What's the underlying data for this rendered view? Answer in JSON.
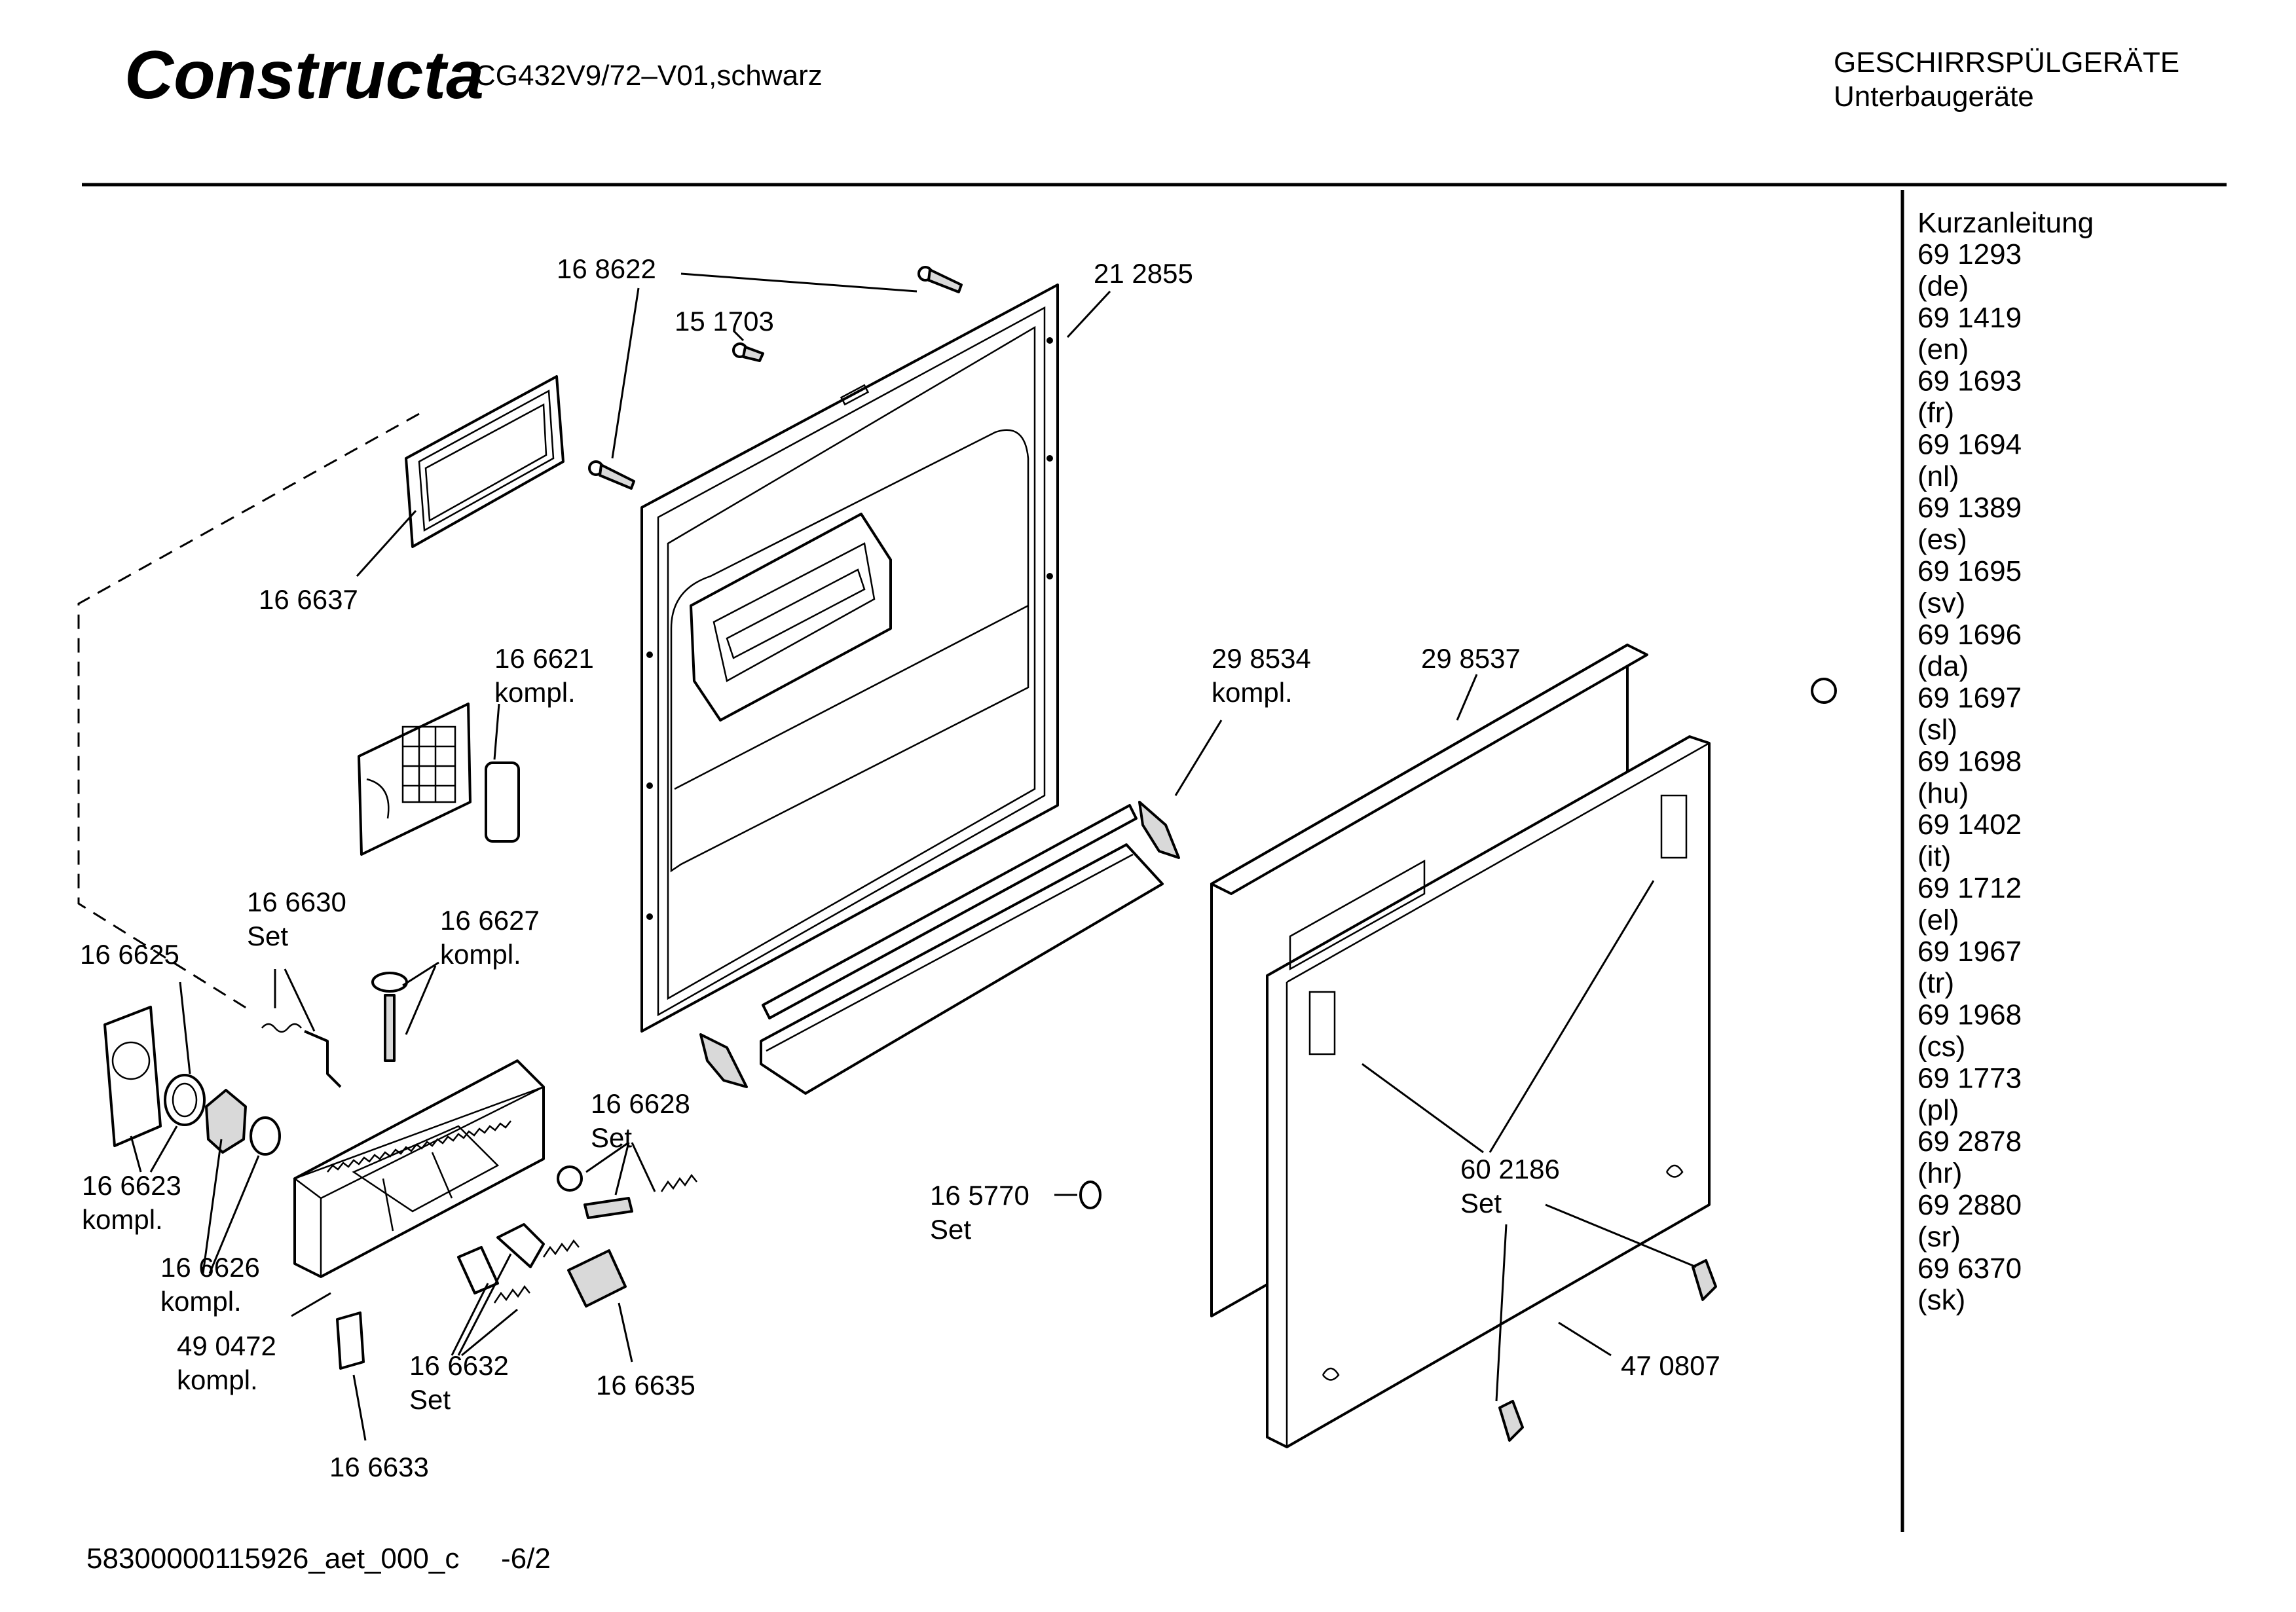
{
  "header": {
    "brand": "Constructa",
    "model": "CG432V9/72–V01,schwarz",
    "category": "GESCHIRRSPÜLGERÄTE",
    "subcategory": "Unterbaugeräte"
  },
  "parts": {
    "p168622": "16 8622",
    "p212855": "21 2855",
    "p151703": "15 1703",
    "p166637": "16 6637",
    "p166621": "16 6621",
    "p166621_sub": "kompl.",
    "p298534": "29 8534",
    "p298534_sub": "kompl.",
    "p298537": "29 8537",
    "p166630": "16 6630",
    "p166630_sub": "Set",
    "p166627": "16 6627",
    "p166627_sub": "kompl.",
    "p166625": "16 6625",
    "p166628": "16 6628",
    "p166628_sub": "Set",
    "p166623": "16 6623",
    "p166623_sub": "kompl.",
    "p165770": "16 5770",
    "p165770_sub": "Set",
    "p602186": "60 2186",
    "p602186_sub": "Set",
    "p166626": "16 6626",
    "p166626_sub": "kompl.",
    "p490472": "49 0472",
    "p490472_sub": "kompl.",
    "p166632": "16 6632",
    "p166632_sub": "Set",
    "p166635": "16 6635",
    "p470807": "47 0807",
    "p166633": "16 6633"
  },
  "sidebar": {
    "title": "Kurzanleitung",
    "items": [
      "69 1293",
      "(de)",
      "69 1419",
      "(en)",
      "69 1693",
      "(fr)",
      "69 1694",
      "(nl)",
      "69 1389",
      "(es)",
      "69 1695",
      "(sv)",
      "69 1696",
      "(da)",
      "69 1697",
      "(sl)",
      "69 1698",
      "(hu)",
      "69 1402",
      "(it)",
      "69 1712",
      "(el)",
      "69 1967",
      "(tr)",
      "69 1968",
      "(cs)",
      "69 1773",
      "(pl)",
      "69 2878",
      "(hr)",
      "69 2880",
      "(sr)",
      "69 6370",
      "(sk)"
    ]
  },
  "footer": {
    "doc_id": "58300000115926_aet_000_c",
    "page": "-6/2"
  }
}
